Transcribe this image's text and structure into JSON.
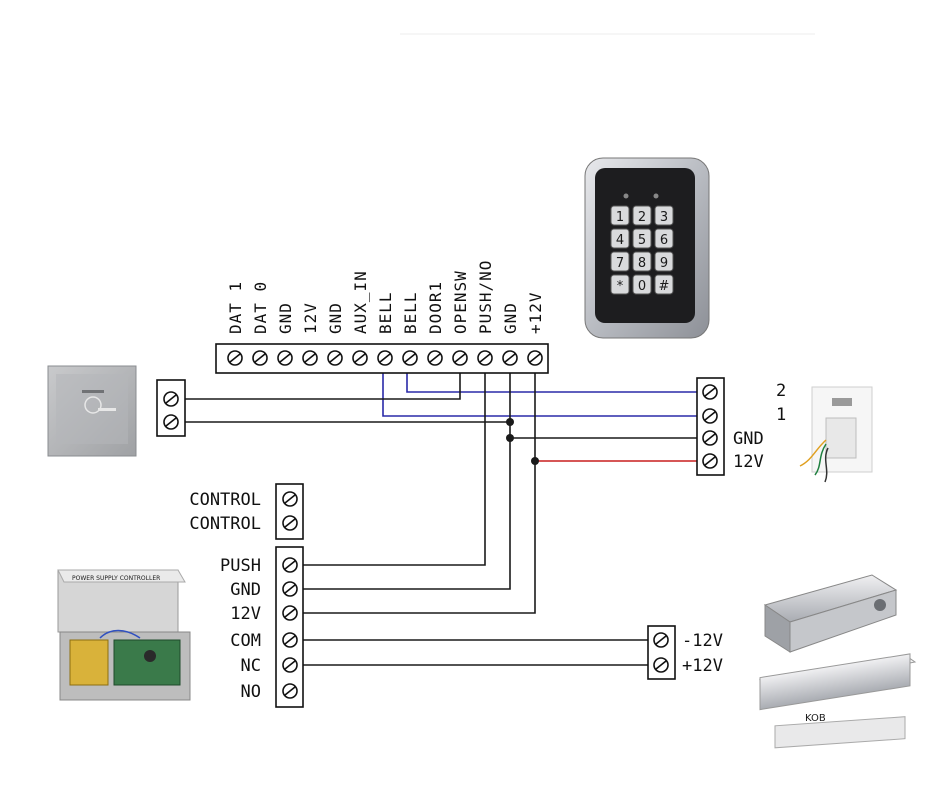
{
  "controller_terminals": [
    "DAT 1",
    "DAT 0",
    "GND",
    "12V",
    "GND",
    "AUX_IN",
    "BELL",
    "BELL",
    "DOOR1",
    "OPENSW",
    "PUSH/NO",
    "GND",
    "+12V"
  ],
  "doorbell_terminals": [
    "2",
    "1",
    "GND",
    "12V"
  ],
  "power_supply_terminals": [
    "CONTROL",
    "CONTROL",
    "PUSH",
    "GND",
    "12V",
    "COM",
    "NC",
    "NO"
  ],
  "lock_terminals": [
    "-12V",
    "+12V"
  ],
  "keypad_keys": [
    "1",
    "2",
    "3",
    "4",
    "5",
    "6",
    "7",
    "8",
    "9",
    "*",
    "0",
    "#"
  ],
  "psu_label": "POWER SUPPLY CONTROLLER",
  "maglock_label": "KOB",
  "colors": {
    "wire_black": "#1a1a1a",
    "wire_blue": "#2a2aa8",
    "wire_red": "#c81e1e",
    "junction": "#1a1a1a"
  }
}
